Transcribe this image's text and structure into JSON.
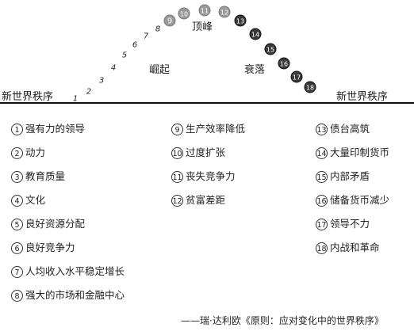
{
  "diagram": {
    "labels": {
      "new_order_left": "新世界秩序",
      "new_order_right": "新世界秩序",
      "rise": "崛起",
      "peak": "顶峰",
      "decline": "衰落"
    },
    "curve_points": [
      {
        "n": "1",
        "style": "plain"
      },
      {
        "n": "2",
        "style": "plain"
      },
      {
        "n": "3",
        "style": "plain"
      },
      {
        "n": "4",
        "style": "plain"
      },
      {
        "n": "5",
        "style": "plain"
      },
      {
        "n": "6",
        "style": "plain"
      },
      {
        "n": "7",
        "style": "plain"
      },
      {
        "n": "8",
        "style": "plain"
      },
      {
        "n": "9",
        "style": "gray"
      },
      {
        "n": "10",
        "style": "gray"
      },
      {
        "n": "11",
        "style": "gray"
      },
      {
        "n": "12",
        "style": "gray"
      },
      {
        "n": "13",
        "style": "dark"
      },
      {
        "n": "14",
        "style": "dark"
      },
      {
        "n": "15",
        "style": "dark"
      },
      {
        "n": "16",
        "style": "dark"
      },
      {
        "n": "17",
        "style": "dark"
      },
      {
        "n": "18",
        "style": "dark"
      }
    ],
    "colors": {
      "gray": "#9a9a9a",
      "dark": "#3a3a3a",
      "line": "#111111"
    }
  },
  "legend": [
    {
      "num": "1",
      "text": "强有力的领导"
    },
    {
      "num": "2",
      "text": "动力"
    },
    {
      "num": "3",
      "text": "教育质量"
    },
    {
      "num": "4",
      "text": "文化"
    },
    {
      "num": "5",
      "text": "良好资源分配"
    },
    {
      "num": "6",
      "text": "良好竞争力"
    },
    {
      "num": "7",
      "text": "人均收入水平稳定增长"
    },
    {
      "num": "8",
      "text": "强大的市场和金融中心"
    },
    {
      "num": "9",
      "text": "生产效率降低"
    },
    {
      "num": "10",
      "text": "过度扩张"
    },
    {
      "num": "11",
      "text": "丧失竞争力"
    },
    {
      "num": "12",
      "text": "贫富差距"
    },
    {
      "num": "13",
      "text": "债台高筑"
    },
    {
      "num": "14",
      "text": "大量印制货币"
    },
    {
      "num": "15",
      "text": "内部矛盾"
    },
    {
      "num": "16",
      "text": "储备货币减少"
    },
    {
      "num": "17",
      "text": "领导不力"
    },
    {
      "num": "18",
      "text": "内战和革命"
    }
  ],
  "footer": "——瑞·达利欧《原则：应对变化中的世界秩序》"
}
